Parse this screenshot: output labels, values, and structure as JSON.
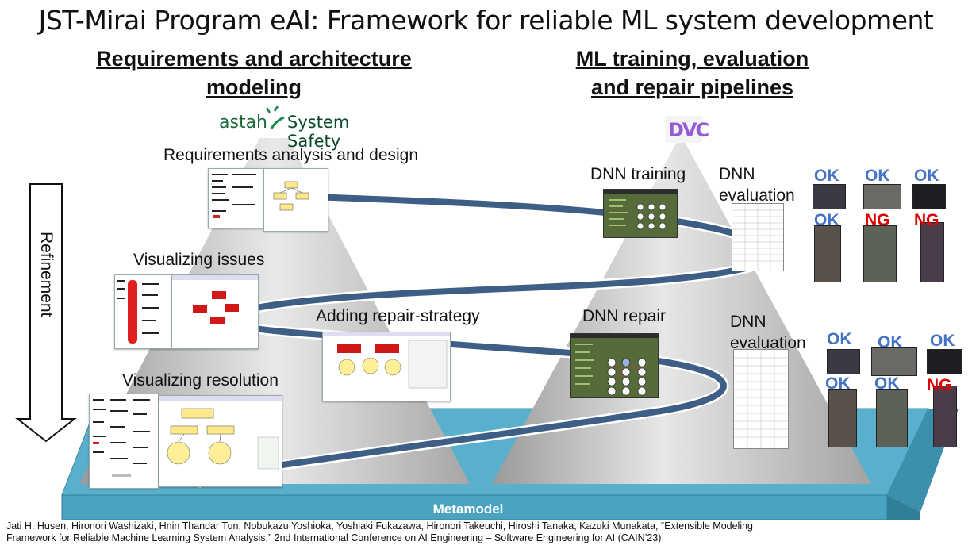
{
  "title": "JST-Mirai Program eAI: Framework for reliable ML system development",
  "left_heading": {
    "line1": "Requirements and architecture",
    "line2": "modeling"
  },
  "right_heading": {
    "line1": "ML training, evaluation",
    "line2": "and repair pipelines"
  },
  "astah_logo": {
    "brand": "astah",
    "product": "System Safety"
  },
  "dvc_logo": {
    "text": "DVC"
  },
  "refinement": "Refinement",
  "left_steps": {
    "requirements": "Requirements analysis and design",
    "issues": "Visualizing issues",
    "repair_strategy": "Adding repair-strategy",
    "resolution": "Visualizing resolution"
  },
  "right_steps": {
    "training": "DNN training",
    "evaluation_top": {
      "line1": "DNN",
      "line2": "evaluation"
    },
    "repair": "DNN repair",
    "evaluation_bottom": {
      "line1": "DNN",
      "line2": "evaluation"
    }
  },
  "results_top": [
    "OK",
    "OK",
    "OK",
    "OK",
    "NG",
    "NG"
  ],
  "results_bottom": [
    "OK",
    "OK",
    "OK",
    "OK",
    "OK",
    "NG"
  ],
  "metamodel": "Metamodel",
  "citation": {
    "line1": "Jati H. Husen, Hironori Washizaki, Hnin Thandar Tun, Nobukazu Yoshioka, Yoshiaki Fukazawa, Hironori Takeuchi, Hiroshi Tanaka, Kazuki Munakata, “Extensible Modeling",
    "line2": "Framework for Reliable Machine Learning System Analysis,” 2nd International Conference on AI Engineering – Software Engineering for AI (CAIN’23)"
  },
  "colors": {
    "platform": "#4fa8c4",
    "flow_arrow": "#3f5e86",
    "ok": "#4472c4",
    "ng": "#e00000"
  }
}
